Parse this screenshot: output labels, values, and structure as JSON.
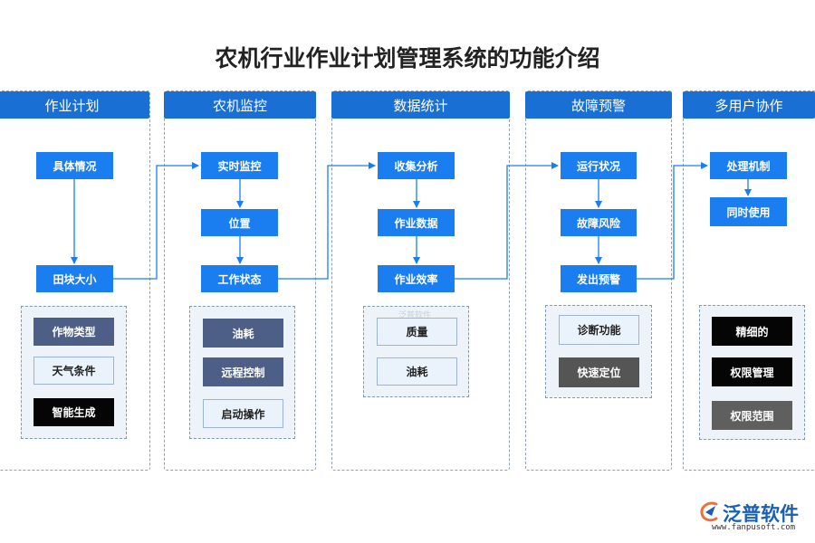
{
  "title": "农机行业作业计划管理系统的功能介绍",
  "columns": [
    {
      "header": "作业计划",
      "nodes": [
        "具体情况",
        "田块大小"
      ],
      "chips": [
        "作物类型",
        "天气条件",
        "智能生成"
      ]
    },
    {
      "header": "农机监控",
      "nodes": [
        "实时监控",
        "位置",
        "工作状态"
      ],
      "chips": [
        "油耗",
        "远程控制",
        "启动操作"
      ]
    },
    {
      "header": "数据统计",
      "nodes": [
        "收集分析",
        "作业数据",
        "作业效率"
      ],
      "chips": [
        "质量",
        "油耗"
      ]
    },
    {
      "header": "故障预警",
      "nodes": [
        "运行状况",
        "故障风险",
        "发出预警"
      ],
      "chips": [
        "诊断功能",
        "快速定位"
      ]
    },
    {
      "header": "多用户协作",
      "nodes": [
        "处理机制",
        "同时使用"
      ],
      "chips": [
        "精细的",
        "权限管理",
        "权限范围"
      ]
    }
  ],
  "watermark": "泛普软件",
  "logo": {
    "name": "泛普软件",
    "url": "www.fanpusoft.com",
    "icon": "fanpu-logo-icon"
  },
  "colors": {
    "header": "#1a6fd4",
    "node": "#1a7ef0",
    "connector": "#1a7ef0"
  }
}
